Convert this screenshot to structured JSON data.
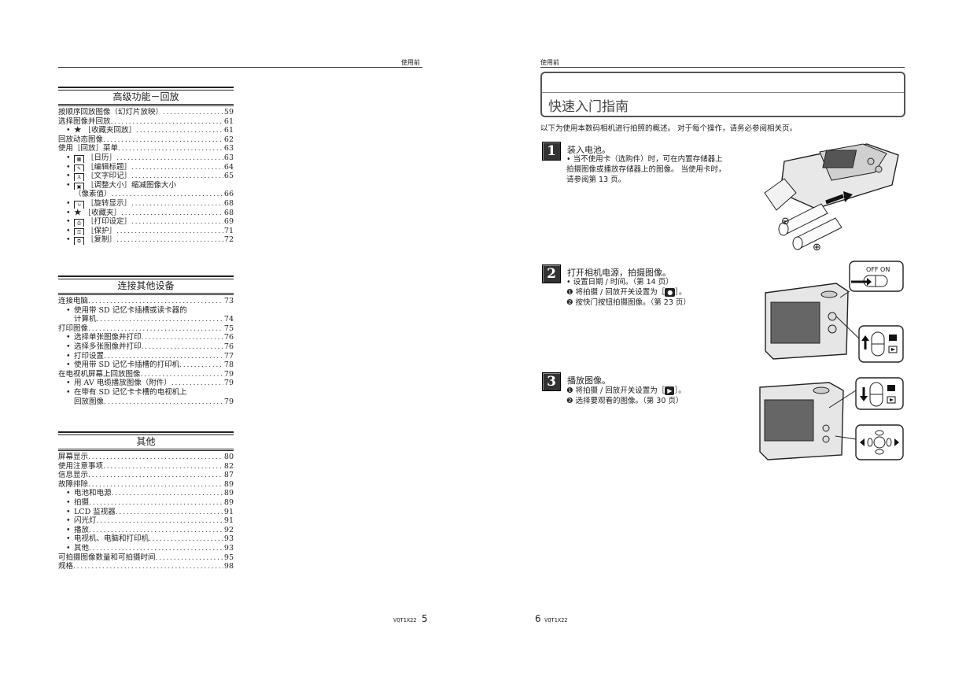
{
  "left_page": {
    "header": "使用前",
    "sections": [
      {
        "title": "高级功能－回放",
        "items": [
          {
            "text": "按顺序回放图像（幻灯片放映）",
            "page": "59",
            "level": 0
          },
          {
            "text": "选择图像并回放",
            "page": "61",
            "level": 0
          },
          {
            "text": "★ ［收藏夹回放］",
            "page": "61",
            "level": 1
          },
          {
            "text": "回放动态图像",
            "page": "62",
            "level": 0
          },
          {
            "text": "使用［回放］菜单",
            "page": "63",
            "level": 0
          },
          {
            "icon": "calendar-icon",
            "text": "［日历］",
            "page": "63",
            "level": 1
          },
          {
            "icon": "edit-title-icon",
            "text": "［编辑标题］",
            "page": "64",
            "level": 1
          },
          {
            "icon": "text-stamp-icon",
            "text": "［文字印记］",
            "page": "65",
            "level": 1
          },
          {
            "icon": "resize-icon",
            "text": "［调整大小］缩减图像大小",
            "page": "",
            "level": 1
          },
          {
            "text": "（像素值）",
            "page": "66",
            "level": 2
          },
          {
            "icon": "rotate-icon",
            "text": "［旋转显示］",
            "page": "68",
            "level": 1
          },
          {
            "text": "★ ［收藏夹］",
            "page": "68",
            "level": 1
          },
          {
            "icon": "print-icon",
            "text": "［打印设定］",
            "page": "69",
            "level": 1
          },
          {
            "icon": "key-icon",
            "text": "［保护］",
            "page": "71",
            "level": 1
          },
          {
            "icon": "copy-icon",
            "text": "［复制］",
            "page": "72",
            "level": 1
          }
        ]
      },
      {
        "title": "连接其他设备",
        "items": [
          {
            "text": "连接电脑",
            "page": "73",
            "level": 0
          },
          {
            "text": "使用带 SD 记忆卡插槽或读卡器的",
            "page": "",
            "level": 1
          },
          {
            "text": "计算机",
            "page": "74",
            "level": 2
          },
          {
            "text": "打印图像",
            "page": "75",
            "level": 0
          },
          {
            "text": "选择单张图像并打印",
            "page": "76",
            "level": 1
          },
          {
            "text": "选择多张图像并打印",
            "page": "76",
            "level": 1
          },
          {
            "text": "打印设置",
            "page": "77",
            "level": 1
          },
          {
            "text": "使用带 SD 记忆卡插槽的打印机",
            "page": "78",
            "level": 1
          },
          {
            "text": "在电视机屏幕上回放图像",
            "page": "79",
            "level": 0
          },
          {
            "text": "用 AV 电缆播放图像（附件）",
            "page": "79",
            "level": 1
          },
          {
            "text": "在带有 SD 记忆卡卡槽的电视机上",
            "page": "",
            "level": 1
          },
          {
            "text": "回放图像",
            "page": "79",
            "level": 2
          }
        ]
      },
      {
        "title": "其他",
        "items": [
          {
            "text": "屏幕显示",
            "page": "80",
            "level": 0
          },
          {
            "text": "使用注意事项",
            "page": "82",
            "level": 0
          },
          {
            "text": "信息显示",
            "page": "87",
            "level": 0
          },
          {
            "text": "故障排除",
            "page": "89",
            "level": 0
          },
          {
            "text": "电池和电源",
            "page": "89",
            "level": 1
          },
          {
            "text": "拍摄",
            "page": "89",
            "level": 1
          },
          {
            "text": "LCD 监视器",
            "page": "91",
            "level": 1
          },
          {
            "text": "闪光灯",
            "page": "91",
            "level": 1
          },
          {
            "text": "播放",
            "page": "92",
            "level": 1
          },
          {
            "text": "电视机、电脑和打印机",
            "page": "93",
            "level": 1
          },
          {
            "text": "其他",
            "page": "93",
            "level": 1
          },
          {
            "text": "可拍摄图像数量和可拍摄时间",
            "page": "95",
            "level": 0
          },
          {
            "text": "规格",
            "page": "98",
            "level": 0
          }
        ]
      }
    ],
    "footer_code": "VQT1X22",
    "page_number": "5"
  },
  "right_page": {
    "header": "使用前",
    "title": "快速入门指南",
    "intro": "以下为使用本数码相机进行拍照的概述。 对于每个操作，请务必参阅相关页。",
    "steps": [
      {
        "number": "1",
        "title": "装入电池。",
        "lines": [
          "• 当不使用卡（选购件）时，可在内置存储器上",
          "  拍摄图像或播放存储器上的图像。 当使用卡时，",
          "  请参阅第 13 页。"
        ]
      },
      {
        "number": "2",
        "title": "打开相机电源，拍摄图像。",
        "lines": [
          "• 设置日期 / 时间。（第 14 页）",
          "❶ 将拍摄 / 回放开关设置为［",
          "❷ 按快门按钮拍摄图像。（第 23 页）"
        ],
        "line2_suffix": "］。"
      },
      {
        "number": "3",
        "title": "播放图像。",
        "lines": [
          "❶ 将拍摄 / 回放开关设置为［",
          "❷ 选择要观看的图像。（第 30 页）"
        ],
        "line1_suffix": "］。"
      }
    ],
    "illustration_labels": {
      "switch": "OFF ON",
      "minus": "⊖",
      "plus": "⊕"
    },
    "footer_code": "VQT1X22",
    "page_number": "6"
  }
}
